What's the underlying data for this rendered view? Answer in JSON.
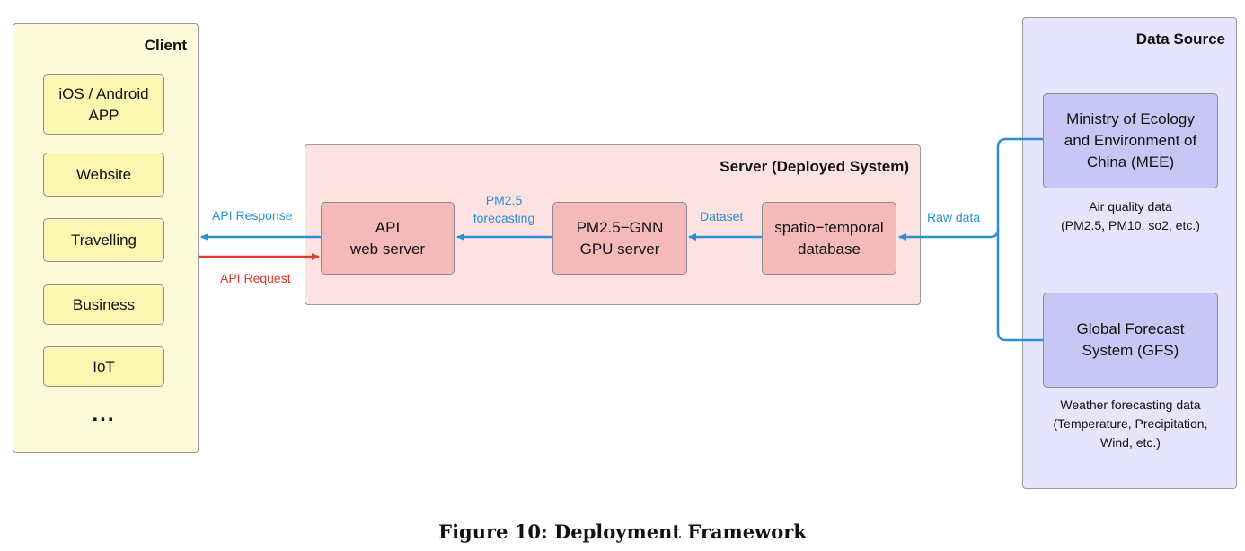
{
  "client": {
    "title": "Client",
    "items": [
      {
        "lines": [
          "iOS / Android",
          "APP"
        ]
      },
      {
        "lines": [
          "Website"
        ]
      },
      {
        "lines": [
          "Travelling"
        ]
      },
      {
        "lines": [
          "Business"
        ]
      },
      {
        "lines": [
          "IoT"
        ]
      }
    ],
    "more": "..."
  },
  "server": {
    "title": "Server (Deployed System)",
    "api": {
      "lines": [
        "API",
        "web server"
      ]
    },
    "gnn": {
      "lines": [
        "PM2.5−GNN",
        "GPU server"
      ]
    },
    "db": {
      "lines": [
        "spatio−temporal",
        "database"
      ]
    }
  },
  "data_source": {
    "title": "Data Source",
    "mee": {
      "lines": [
        "Ministry of Ecology",
        "and Environment of",
        "China (MEE)"
      ]
    },
    "mee_desc": [
      "Air quality data",
      "(PM2.5, PM10, so2, etc.)"
    ],
    "gfs": {
      "lines": [
        "Global Forecast",
        "System (GFS)"
      ]
    },
    "gfs_desc": [
      "Weather forecasting data",
      "(Temperature, Precipitation,",
      "Wind, etc.)"
    ]
  },
  "arrows": {
    "api_response": "API Response",
    "api_request": "API Request",
    "pm25_forecasting": [
      "PM2.5",
      "forecasting"
    ],
    "dataset": "Dataset",
    "raw_data": "Raw data"
  },
  "caption": "Figure 10: Deployment Framework",
  "colors": {
    "client_fill": "#fcfbd9",
    "client_box": "#fbf6b0",
    "server_fill": "#fde2e2",
    "server_box": "#f6b9b9",
    "source_fill": "#e6e5fb",
    "source_box": "#c8c6f5",
    "blue_arrow": "#2b8fd6",
    "red_arrow": "#d93a2b"
  }
}
